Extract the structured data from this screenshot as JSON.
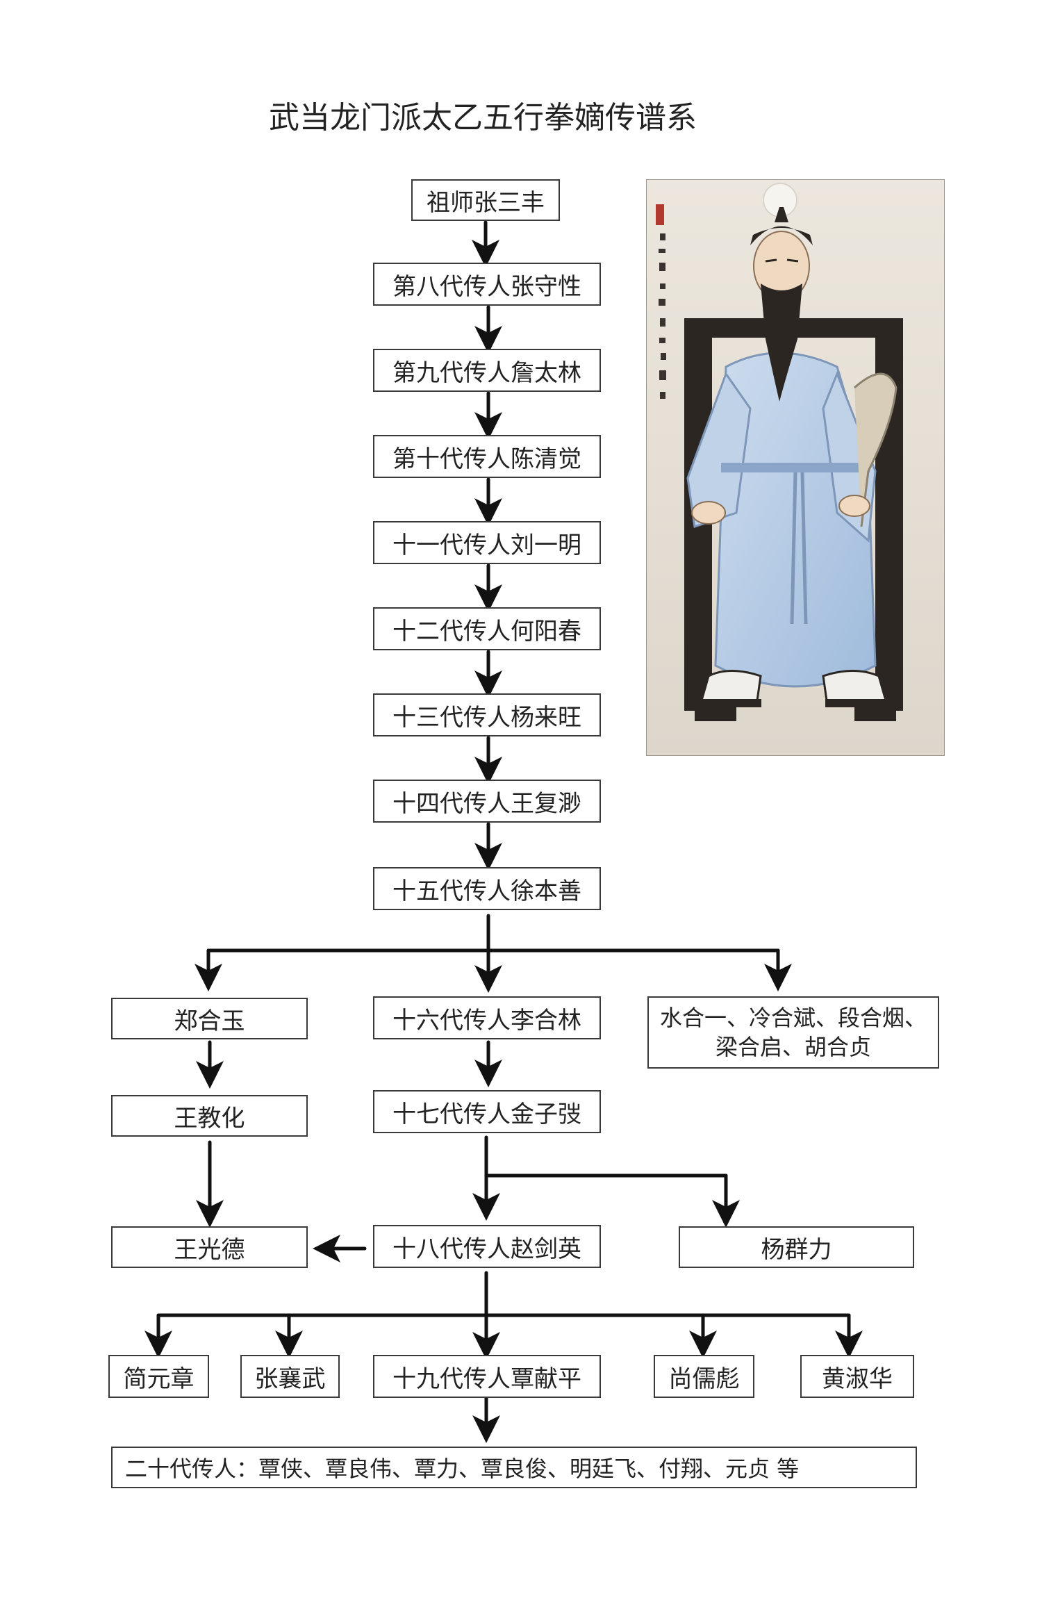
{
  "title": "武当龙门派太乙五行拳嫡传谱系",
  "lineage": {
    "gen_founder": "祖师张三丰",
    "gen_8": "第八代传人张守性",
    "gen_9": "第九代传人詹太林",
    "gen_10": "第十代传人陈清觉",
    "gen_11": "十一代传人刘一明",
    "gen_12": "十二代传人何阳春",
    "gen_13": "十三代传人杨来旺",
    "gen_14": "十四代传人王复渺",
    "gen_15": "十五代传人徐本善",
    "gen_16": "十六代传人李合林",
    "gen_17": "十七代传人金子弢",
    "gen_18": "十八代传人赵剑英",
    "gen_19": "十九代传人覃献平",
    "gen_20": "二十代传人：覃侠、覃良伟、覃力、覃良俊、明廷飞、付翔、元贞 等"
  },
  "branches": {
    "left_1": "郑合玉",
    "left_2": "王教化",
    "left_3": "王光德",
    "right_16": "水合一、冷合斌、段合烟、梁合启、胡合贞",
    "right_18": "杨群力",
    "peer_19_a": "简元章",
    "peer_19_b": "张襄武",
    "peer_19_c": "尚儒彪",
    "peer_19_d": "黄淑华"
  },
  "portrait": {
    "subject": "张三丰画像",
    "colors": {
      "paper": "#e6e0d6",
      "robe": "#b9cfe6",
      "chair": "#2b2622",
      "moon": "#f4f2ec"
    }
  },
  "colors": {
    "line": "#111111",
    "box_border": "#3a3a3a"
  }
}
